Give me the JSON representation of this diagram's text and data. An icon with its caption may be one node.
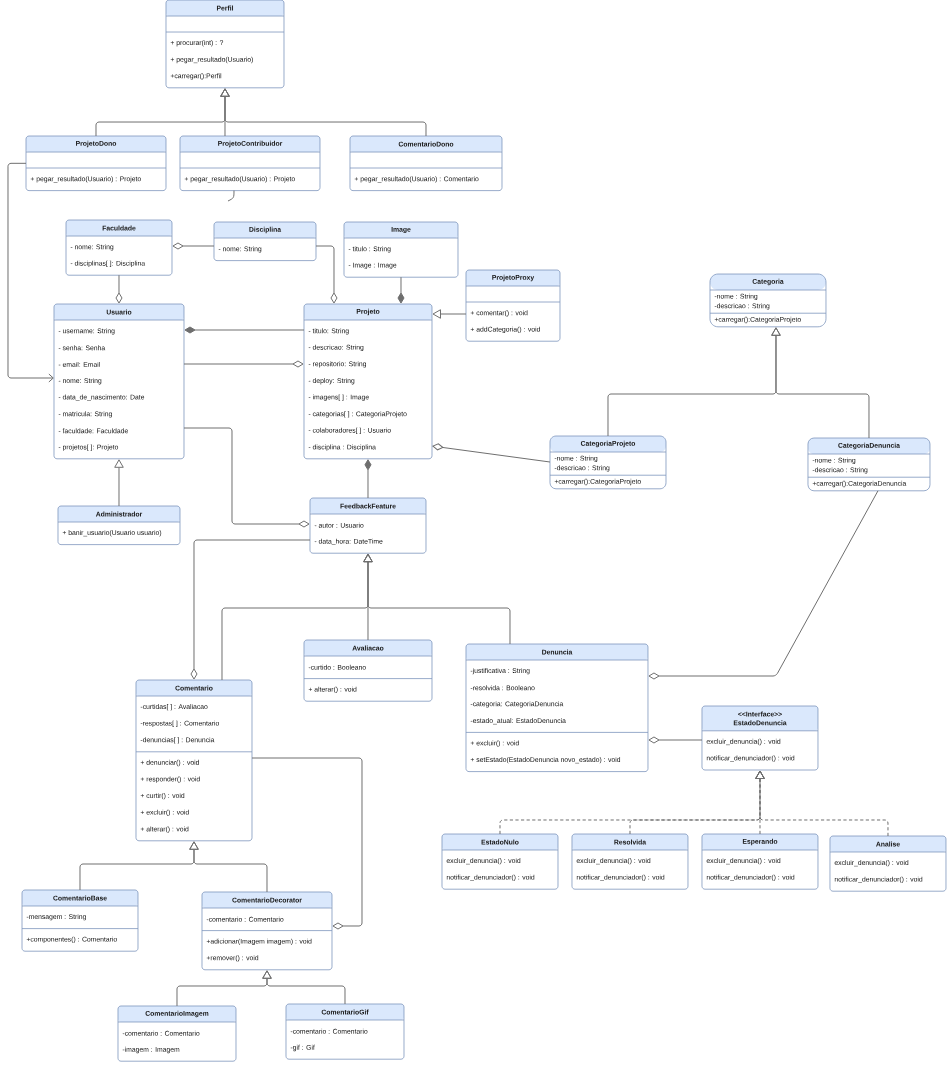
{
  "diagram": {
    "nodes": [
      {
        "text": [
          "Perfil",
          "+ procurar(int) : ?",
          "+ pegar_resultado(Usuario)",
          "+carregar():Perfil"
        ]
      },
      {
        "text": [
          "ProjetoDono",
          "+ pegar_resultado(Usuario) : Projeto"
        ]
      },
      {
        "text": [
          "ProjetoContribuidor",
          "+ pegar_resultado(Usuario) : Projeto"
        ]
      },
      {
        "text": [
          "ComentarioDono",
          "+ pegar_resultado(Usuario) : Comentario"
        ]
      },
      {
        "text": [
          "Faculdade",
          "- nome: String",
          "- disciplinas[ ]: Disciplina"
        ]
      },
      {
        "text": [
          "Disciplina",
          "- nome: String"
        ]
      },
      {
        "text": [
          "Image",
          "- titulo : String",
          "- Image : Image"
        ]
      },
      {
        "text": [
          "ProjetoProxy",
          "+ comentar() : void",
          "+ addCategoria() : void"
        ]
      },
      {
        "text": [
          "Categoria",
          "-nome : String",
          "-descricao : String",
          "+carregar():CategoriaProjeto"
        ]
      },
      {
        "text": [
          "Usuario",
          "- username: String",
          "- senha: Senha",
          "- email: Email",
          "- nome: String",
          "- data_de_nascimento: Date",
          "- matricula: String",
          "- faculdade: Faculdade",
          "- projetos[ ]: Projeto"
        ]
      },
      {
        "text": [
          "Projeto",
          "- titulo: String",
          "- descricao: String",
          "- repositorio: String",
          "- deploy: String",
          "- imagens[ ] : Image",
          "- categorias[ ] : CategoriaProjeto",
          "- colaboradores[ ] : Usuario",
          "- disciplina : Disciplina"
        ]
      },
      {
        "text": [
          "CategoriaProjeto",
          "-nome : String",
          "-descricao : String",
          "+carregar():CategoriaProjeto"
        ]
      },
      {
        "text": [
          "CategoriaDenuncia",
          "-nome : String",
          "-descricao : String",
          "+carregar():CategoriaDenuncia"
        ]
      },
      {
        "text": [
          "FeedbackFeature",
          "- autor : Usuario",
          "- data_hora: DateTime"
        ]
      },
      {
        "text": [
          "Administrador",
          "+ banir_usuario(Usuario usuario)"
        ]
      },
      {
        "text": [
          "Avaliacao",
          "-curtido : Booleano",
          "+ alterar() : void"
        ]
      },
      {
        "text": [
          "Denuncia",
          "-justificativa : String",
          "-resolvida : Booleano",
          "-categoria: CategoriaDenuncia",
          "-estado_atual: EstadoDenuncia",
          "+ excluir() : void",
          "+ setEstado(EstadoDenuncia novo_estado) : void"
        ]
      },
      {
        "text": [
          "Comentario",
          "-curtidas[ ] : Avaliacao",
          "-respostas[ ] : Comentario",
          "-denuncias[ ] : Denuncia",
          "+ denunciar() : void",
          "+ responder() : void",
          "+ curtir() : void",
          "+ excluir() : void",
          "+ alterar() : void"
        ]
      },
      {
        "text": [
          "<<Interface>>",
          "EstadoDenuncia",
          "excluir_denuncia() : void",
          "notificar_denunciador() : void"
        ]
      },
      {
        "text": [
          "EstadoNulo",
          "excluir_denuncia() : void",
          "notificar_denunciador() : void"
        ]
      },
      {
        "text": [
          "Resolvida",
          "excluir_denuncia() : void",
          "notificar_denunciador() : void"
        ]
      },
      {
        "text": [
          "Esperando",
          "excluir_denuncia() : void",
          "notificar_denunciador() : void"
        ]
      },
      {
        "text": [
          "Analise",
          "excluir_denuncia() : void",
          "notificar_denunciador() : void"
        ]
      },
      {
        "text": [
          "ComentarioBase",
          "-mensagem : String",
          "+componentes() : Comentario"
        ]
      },
      {
        "text": [
          "ComentarioDecorator",
          "-comentario : Comentario",
          "+adicionar(Imagem imagem) : void",
          "+remover() : void"
        ]
      },
      {
        "text": [
          "ComentarioImagem",
          "-comentario : Comentario",
          "-imagem : Imagem"
        ]
      },
      {
        "text": [
          "ComentarioGif",
          "-comentario : Comentario",
          "-gif : Gif"
        ]
      }
    ],
    "edges": [
      {
        "from": 1,
        "to": 0,
        "arrow": "to"
      },
      {
        "from": 2,
        "to": 0,
        "arrow": "to"
      },
      {
        "from": 3,
        "to": 0,
        "arrow": "to"
      },
      {
        "from": 1,
        "to": 9,
        "arrow": "to"
      },
      {
        "from": 4,
        "to": 5,
        "arrow": "other"
      },
      {
        "from": 9,
        "to": 4,
        "arrow": "other"
      },
      {
        "from": 10,
        "to": 5,
        "arrow": "other"
      },
      {
        "from": 10,
        "to": 6,
        "arrow": "other"
      },
      {
        "from": 9,
        "to": 10,
        "arrow": "other"
      },
      {
        "from": 10,
        "to": 9,
        "arrow": "other"
      },
      {
        "from": 7,
        "to": 10,
        "arrow": "to"
      },
      {
        "from": 10,
        "to": 11,
        "arrow": "other"
      },
      {
        "from": 11,
        "to": 8,
        "arrow": "to"
      },
      {
        "from": 12,
        "to": 8,
        "arrow": "to"
      },
      {
        "from": 16,
        "to": 12,
        "arrow": "other"
      },
      {
        "from": 10,
        "to": 13,
        "arrow": "other"
      },
      {
        "from": 13,
        "to": 9,
        "arrow": "other"
      },
      {
        "from": 14,
        "to": 9,
        "arrow": "to"
      },
      {
        "from": 15,
        "to": 13,
        "arrow": "to"
      },
      {
        "from": 17,
        "to": 13,
        "arrow": "to"
      },
      {
        "from": 16,
        "to": 13,
        "arrow": "to"
      },
      {
        "from": 17,
        "to": 13,
        "arrow": "other"
      },
      {
        "from": 24,
        "to": 17,
        "arrow": "other"
      },
      {
        "from": 23,
        "to": 17,
        "arrow": "to"
      },
      {
        "from": 24,
        "to": 17,
        "arrow": "to"
      },
      {
        "from": 25,
        "to": 24,
        "arrow": "to"
      },
      {
        "from": 26,
        "to": 24,
        "arrow": "to"
      },
      {
        "from": 16,
        "to": 18,
        "arrow": "other"
      },
      {
        "from": 19,
        "to": 18,
        "arrow": "to",
        "style": "dashed"
      },
      {
        "from": 20,
        "to": 18,
        "arrow": "to",
        "style": "dashed"
      },
      {
        "from": 21,
        "to": 18,
        "arrow": "to",
        "style": "dashed"
      },
      {
        "from": 22,
        "to": 18,
        "arrow": "to",
        "style": "dashed"
      },
      {
        "from": 2,
        "to": null,
        "arrow": "none"
      }
    ]
  }
}
